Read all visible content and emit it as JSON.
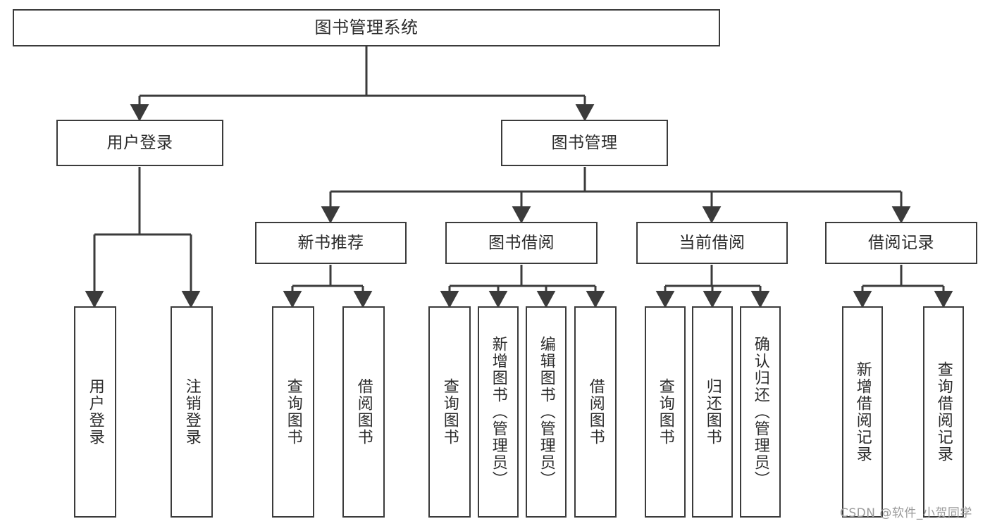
{
  "diagram": {
    "title": "图书管理系统",
    "type": "hierarchy-tree",
    "colors": {
      "box_border": "#3b3b3b",
      "box_fill": "#ffffff",
      "edge": "#3b3b3b",
      "text": "#2b2b2b",
      "watermark": "#9a9a9a",
      "background": "#ffffff"
    },
    "levels": {
      "root": [
        "图书管理系统"
      ],
      "level2": [
        "用户登录",
        "图书管理"
      ],
      "level3": [
        "新书推荐",
        "图书借阅",
        "当前借阅",
        "借阅记录"
      ],
      "leaves": [
        "用户登录",
        "注销登录",
        "查询图书",
        "借阅图书",
        "查询图书",
        "新增图书（管理员）",
        "编辑图书（管理员）",
        "借阅图书",
        "查询图书",
        "归还图书",
        "确认归还（管理员）",
        "新增借阅记录",
        "查询借阅记录"
      ]
    },
    "nodes": {
      "root": {
        "label": "图书管理系统"
      },
      "user_login": {
        "label": "用户登录"
      },
      "book_manage": {
        "label": "图书管理"
      },
      "new_book_rec": {
        "label": "新书推荐"
      },
      "book_borrow": {
        "label": "图书借阅"
      },
      "current_borrow": {
        "label": "当前借阅"
      },
      "borrow_record": {
        "label": "借阅记录"
      },
      "leaf_user_login": {
        "label": "用户登录"
      },
      "leaf_logout": {
        "label": "注销登录"
      },
      "leaf_query_book_1": {
        "label": "查询图书"
      },
      "leaf_borrow_book_1": {
        "label": "借阅图书"
      },
      "leaf_query_book_2": {
        "label": "查询图书"
      },
      "leaf_add_book": {
        "label": "新增图书（管理员）"
      },
      "leaf_edit_book": {
        "label": "编辑图书（管理员）"
      },
      "leaf_borrow_book_2": {
        "label": "借阅图书"
      },
      "leaf_query_book_3": {
        "label": "查询图书"
      },
      "leaf_return_book": {
        "label": "归还图书"
      },
      "leaf_confirm_return": {
        "label": "确认归还（管理员）"
      },
      "leaf_add_record": {
        "label": "新增借阅记录"
      },
      "leaf_query_record": {
        "label": "查询借阅记录"
      }
    }
  },
  "watermark": {
    "text": "CSDN @软件_小贺同学"
  }
}
